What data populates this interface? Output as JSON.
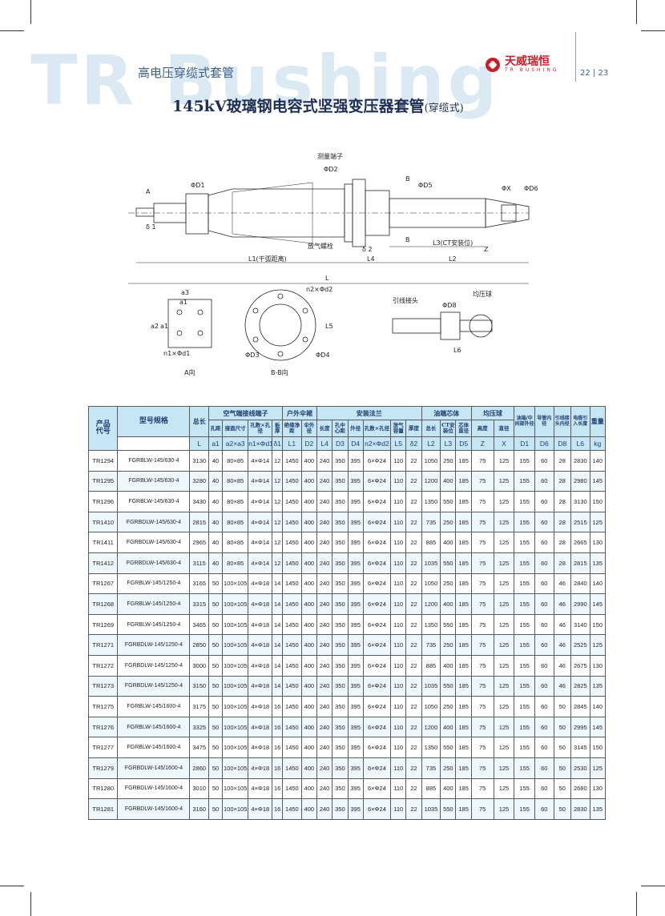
{
  "header": {
    "watermark": "TR Bushing",
    "subtitle": "高电压穿缆式套管",
    "title": "145kV玻璃钢电容式坚强变压器套管",
    "title_suffix": "(穿缆式)",
    "brand_name": "天威瑞恒",
    "brand_sub": "TR BUSHING",
    "pages": "22 | 23"
  },
  "drawing": {
    "labels": {
      "meter_tap": "测量端子",
      "vent_bolt": "放气螺栓",
      "phi_d1": "ΦD1",
      "phi_d2": "ΦD2",
      "phi_d5": "ΦD5",
      "phi_x": "ΦX",
      "phi_d6": "ΦD6",
      "delta1": "δ 1",
      "delta2": "δ 2",
      "a_mark": "A",
      "b_mark_top": "B",
      "b_mark_bottom": "B",
      "z_mark": "Z",
      "l1": "L1(干弧距离)",
      "l4": "L4",
      "l3": "L3(CT安装位)",
      "l2": "L2",
      "l": "L",
      "a3": "a3",
      "a1": "a1",
      "a2": "a2",
      "a1_side": "a1",
      "n1d1": "n1×Φd1",
      "view_a": "A向",
      "n2d2": "n2×Φd2",
      "l5": "L5",
      "phi_d3": "ΦD3",
      "phi_d4": "ΦD4",
      "view_b": "B-B向",
      "lead_joint": "引线接头",
      "grading_ball": "均压球",
      "phi_d8": "ΦD8",
      "l6": "L6"
    }
  },
  "table": {
    "group_headers": {
      "code": "产品\n代号",
      "model": "型号规格",
      "total": "总长",
      "air_terminal": "空气端接线端子",
      "outdoor_shed": "户外伞裙",
      "install": "安装法兰",
      "oil_core": "油端芯体",
      "grading_ball": "均压球",
      "insulation_od": "油端/中间部外径",
      "pipe_id": "导管内径",
      "joint": "引线接头内径",
      "cable_len": "电缆引入长度",
      "weight": "重量"
    },
    "sub_headers": [
      "孔距",
      "接面尺寸",
      "孔数×孔径",
      "板厚",
      "绝缘净距",
      "伞外径",
      "长度",
      "孔中心距",
      "外径",
      "孔数×孔径",
      "放气容量",
      "厚度",
      "总长",
      "CT安装位",
      "芯体直径",
      "高度",
      "直径"
    ],
    "symbols": [
      "L",
      "a1",
      "a2×a3",
      "n1×Φd1",
      "δ1",
      "L1",
      "D2",
      "L4",
      "D3",
      "D4",
      "n2×Φd2",
      "L5",
      "δ2",
      "L2",
      "L3",
      "D5",
      "Z",
      "X",
      "D1",
      "D6",
      "D8",
      "L6",
      "kg"
    ],
    "rows": [
      [
        "TR1294",
        "FGRBLW-145/630-4",
        "3130",
        "40",
        "80×85",
        "4×Φ14",
        "12",
        "1450",
        "400",
        "240",
        "350",
        "395",
        "6×Φ24",
        "110",
        "22",
        "1050",
        "250",
        "185",
        "75",
        "125",
        "155",
        "60",
        "28",
        "2830",
        "140"
      ],
      [
        "TR1295",
        "FGRBLW-145/630-4",
        "3280",
        "40",
        "80×85",
        "4×Φ14",
        "12",
        "1450",
        "400",
        "240",
        "350",
        "395",
        "6×Φ24",
        "110",
        "22",
        "1200",
        "400",
        "185",
        "75",
        "125",
        "155",
        "60",
        "28",
        "2980",
        "145"
      ],
      [
        "TR1296",
        "FGRBLW-145/630-4",
        "3430",
        "40",
        "80×85",
        "4×Φ14",
        "12",
        "1450",
        "400",
        "240",
        "350",
        "395",
        "6×Φ24",
        "110",
        "22",
        "1350",
        "550",
        "185",
        "75",
        "125",
        "155",
        "60",
        "28",
        "3130",
        "150"
      ],
      [
        "TR1410",
        "FGRBDLW-145/630-4",
        "2815",
        "40",
        "80×85",
        "4×Φ14",
        "12",
        "1450",
        "400",
        "240",
        "350",
        "395",
        "6×Φ24",
        "110",
        "22",
        "735",
        "250",
        "185",
        "75",
        "125",
        "155",
        "60",
        "28",
        "2515",
        "125"
      ],
      [
        "TR1411",
        "FGRBDLW-145/630-4",
        "2965",
        "40",
        "80×85",
        "4×Φ14",
        "12",
        "1450",
        "400",
        "240",
        "350",
        "395",
        "6×Φ24",
        "110",
        "22",
        "885",
        "400",
        "185",
        "75",
        "125",
        "155",
        "60",
        "28",
        "2665",
        "130"
      ],
      [
        "TR1412",
        "FGRBDLW-145/630-4",
        "3115",
        "40",
        "80×85",
        "4×Φ14",
        "12",
        "1450",
        "400",
        "240",
        "350",
        "395",
        "6×Φ24",
        "110",
        "22",
        "1035",
        "550",
        "185",
        "75",
        "125",
        "155",
        "60",
        "28",
        "2815",
        "135"
      ],
      [
        "TR1267",
        "FGRBLW-145/1250-4",
        "3165",
        "50",
        "100×105",
        "4×Φ18",
        "14",
        "1450",
        "400",
        "240",
        "350",
        "395",
        "6×Φ24",
        "110",
        "22",
        "1050",
        "250",
        "185",
        "75",
        "125",
        "155",
        "60",
        "46",
        "2840",
        "140"
      ],
      [
        "TR1268",
        "FGRBLW-145/1250-4",
        "3315",
        "50",
        "100×105",
        "4×Φ18",
        "14",
        "1450",
        "400",
        "240",
        "350",
        "395",
        "6×Φ24",
        "110",
        "22",
        "1200",
        "400",
        "185",
        "75",
        "125",
        "155",
        "60",
        "46",
        "2990",
        "145"
      ],
      [
        "TR1269",
        "FGRBLW-145/1250-4",
        "3465",
        "50",
        "100×105",
        "4×Φ18",
        "14",
        "1450",
        "400",
        "240",
        "350",
        "395",
        "6×Φ24",
        "110",
        "22",
        "1350",
        "550",
        "185",
        "75",
        "125",
        "155",
        "60",
        "46",
        "3140",
        "150"
      ],
      [
        "TR1271",
        "FGRBDLW-145/1250-4",
        "2850",
        "50",
        "100×105",
        "4×Φ18",
        "14",
        "1450",
        "400",
        "240",
        "350",
        "395",
        "6×Φ24",
        "110",
        "22",
        "735",
        "250",
        "185",
        "75",
        "125",
        "155",
        "60",
        "46",
        "2525",
        "125"
      ],
      [
        "TR1272",
        "FGRBDLW-145/1250-4",
        "3000",
        "50",
        "100×105",
        "4×Φ18",
        "14",
        "1450",
        "400",
        "240",
        "350",
        "395",
        "6×Φ24",
        "110",
        "22",
        "885",
        "400",
        "185",
        "75",
        "125",
        "155",
        "60",
        "46",
        "2675",
        "130"
      ],
      [
        "TR1273",
        "FGRBDLW-145/1250-4",
        "3150",
        "50",
        "100×105",
        "4×Φ18",
        "14",
        "1450",
        "400",
        "240",
        "350",
        "395",
        "6×Φ24",
        "110",
        "22",
        "1035",
        "550",
        "185",
        "75",
        "125",
        "155",
        "60",
        "46",
        "2825",
        "135"
      ],
      [
        "TR1275",
        "FGRBLW-145/1600-4",
        "3175",
        "50",
        "100×105",
        "4×Φ18",
        "16",
        "1450",
        "400",
        "240",
        "350",
        "395",
        "6×Φ24",
        "110",
        "22",
        "1050",
        "250",
        "185",
        "75",
        "125",
        "155",
        "60",
        "50",
        "2845",
        "140"
      ],
      [
        "TR1276",
        "FGRBLW-145/1600-4",
        "3325",
        "50",
        "100×105",
        "4×Φ18",
        "16",
        "1450",
        "400",
        "240",
        "350",
        "395",
        "6×Φ24",
        "110",
        "22",
        "1200",
        "400",
        "185",
        "75",
        "125",
        "155",
        "60",
        "50",
        "2995",
        "145"
      ],
      [
        "TR1277",
        "FGRBLW-145/1600-4",
        "3475",
        "50",
        "100×105",
        "4×Φ18",
        "16",
        "1450",
        "400",
        "240",
        "350",
        "395",
        "6×Φ24",
        "110",
        "22",
        "1350",
        "550",
        "185",
        "75",
        "125",
        "155",
        "60",
        "50",
        "3145",
        "150"
      ],
      [
        "TR1279",
        "FGRBDLW-145/1600-4",
        "2860",
        "50",
        "100×105",
        "4×Φ18",
        "16",
        "1450",
        "400",
        "240",
        "350",
        "395",
        "6×Φ24",
        "110",
        "22",
        "735",
        "250",
        "185",
        "75",
        "125",
        "155",
        "60",
        "50",
        "2530",
        "125"
      ],
      [
        "TR1280",
        "FGRBDLW-145/1600-4",
        "3010",
        "50",
        "100×105",
        "4×Φ18",
        "16",
        "1450",
        "400",
        "240",
        "350",
        "395",
        "6×Φ24",
        "110",
        "22",
        "885",
        "400",
        "185",
        "75",
        "125",
        "155",
        "60",
        "50",
        "2680",
        "130"
      ],
      [
        "TR1281",
        "FGRBDLW-145/1600-4",
        "3160",
        "50",
        "100×105",
        "4×Φ18",
        "16",
        "1450",
        "400",
        "240",
        "350",
        "395",
        "6×Φ24",
        "110",
        "22",
        "1035",
        "550",
        "185",
        "75",
        "125",
        "155",
        "60",
        "50",
        "2830",
        "135"
      ]
    ]
  }
}
